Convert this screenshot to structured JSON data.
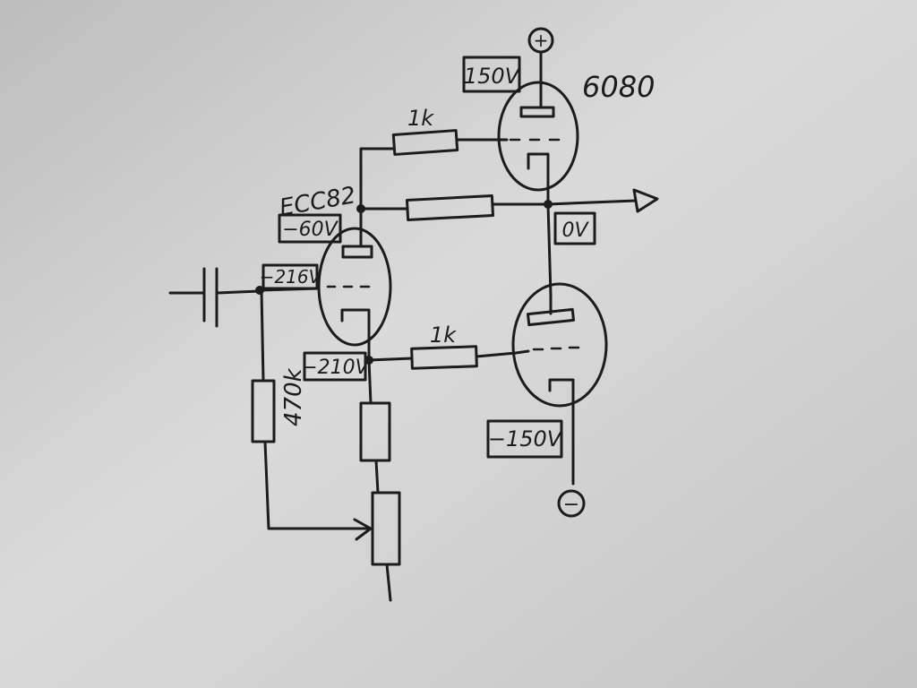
{
  "labels": {
    "tube_top": "6080",
    "tube_left": "ECC82",
    "res_top": "1k",
    "res_mid": "1k",
    "res_grid": "470k",
    "plus_symbol": "+",
    "minus_symbol": "−"
  },
  "voltages": {
    "top_anode": "150V",
    "left_anode": "−60V",
    "grid_node": "−216V",
    "cathode_node": "−210V",
    "output_node": "0V",
    "bottom_cathode": "−150V"
  }
}
